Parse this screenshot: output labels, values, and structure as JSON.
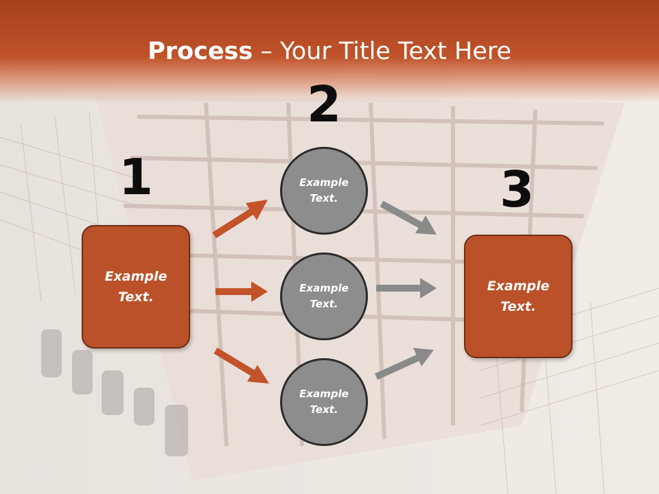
{
  "title": {
    "bold": "Process",
    "separator": " – ",
    "rest": "Your Title Text Here"
  },
  "numbers": [
    "1",
    "2",
    "3"
  ],
  "box_left": {
    "label": "Example\nText."
  },
  "box_right": {
    "label": "Example\nText."
  },
  "circles": [
    {
      "label": "Example\nText."
    },
    {
      "label": "Example\nText."
    },
    {
      "label": "Example\nText."
    }
  ],
  "colors": {
    "header": "#b94a22",
    "box": "#bb5128",
    "circle": "#8d8d8d",
    "arrow_orange": "#c4522a",
    "arrow_gray": "#8a8a8a"
  }
}
